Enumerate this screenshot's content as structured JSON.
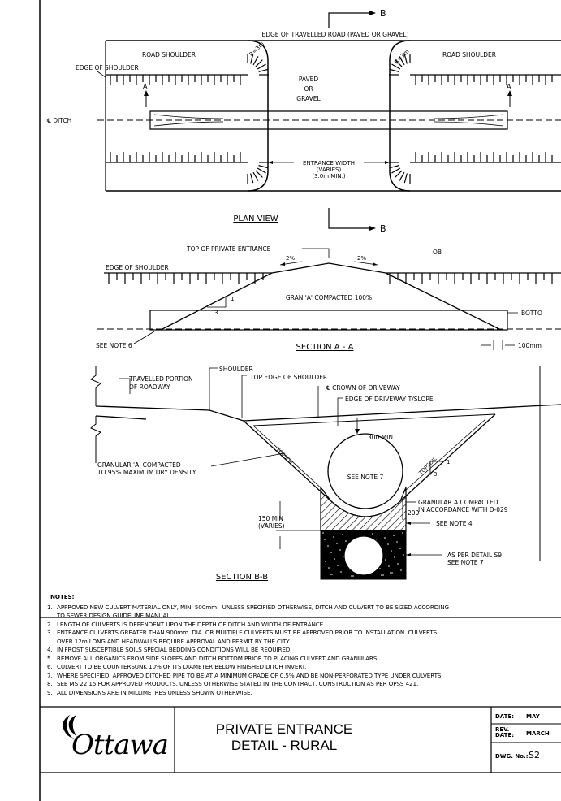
{
  "plan": {
    "label_b_top": "B",
    "label_b_bottom": "B",
    "edge_road": "EDGE OF TRAVELLED ROAD (PAVED OR GRAVEL)",
    "road_shoulder_left": "ROAD SHOULDER",
    "road_shoulder_right": "ROAD SHOULDER",
    "edge_shoulder": "EDGE OF SHOULDER",
    "radius_left": "R=3m",
    "radius_right": "R=3m",
    "paved_1": "PAVED",
    "paved_2": "OR",
    "paved_3": "GRAVEL",
    "ditch": "℄ DITCH",
    "a_left": "A",
    "a_right": "A",
    "entrance_width": "ENTRANCE WIDTH",
    "varies": "(VARIES)",
    "min": "(3.0m MIN.)",
    "title": "PLAN VIEW"
  },
  "section_aa": {
    "top_entrance": "TOP OF PRIVATE ENTRANCE",
    "slope_left": "2%",
    "slope_right": "2%",
    "ob": "OB",
    "edge_shoulder": "EDGE OF SHOULDER",
    "gran": "GRAN 'A' COMPACTED 100%",
    "ratio_1": "1",
    "ratio_3": "3",
    "bottom": "BOTTO",
    "see_note": "SEE NOTE 6",
    "title": "SECTION  A - A",
    "dim": "100mm"
  },
  "section_bb": {
    "travelled_1": "TRAVELLED PORTION",
    "travelled_2": "OF ROADWAY",
    "shoulder": "SHOULDER",
    "top_edge": "TOP EDGE OF SHOULDER",
    "crown": "℄ CROWN OF DRIVEWAY",
    "edge_driveway": "EDGE OF DRIVEWAY  T/SLOPE",
    "min300": "300 MIN",
    "granular_1": "GRANULAR 'A' COMPACTED",
    "granular_2": "TO 95% MAXIMUM DRY DENSITY",
    "topsoil_left": "TOPSOIL",
    "topsoil_right": "TOPSOIL",
    "see_note7": "SEE NOTE 7",
    "ratio_1": "1",
    "ratio_3": "3",
    "gran_a_1": "GRANULAR A COMPACTED",
    "gran_a_2": "IN ACCORDANCE WITH D-029",
    "dim200": "200",
    "see_note4": "SEE NOTE 4",
    "min150": "150 MIN",
    "varies": "(VARIES)",
    "as_per_1": "AS PER DETAIL S9",
    "as_per_2": "SEE NOTE 7",
    "title": "SECTION B-B"
  },
  "notes": {
    "heading": "NOTES:",
    "items": [
      {
        "num": "1.",
        "line1": "APPROVED NEW CULVERT MATERIAL ONLY, MIN. 500mm   UNLESS SPECIFIED OTHERWISE, DITCH AND CULVERT TO BE SIZED ACCORDING",
        "line2": "TO SEWER DESIGN GUIDELINE MANUAL."
      },
      {
        "num": "2.",
        "line1": "LENGTH OF CULVERTS IS DEPENDENT UPON THE DEPTH OF DITCH AND WIDTH OF ENTRANCE.",
        "line2": ""
      },
      {
        "num": "3.",
        "line1": "ENTRANCE CULVERTS GREATER THAN 900mm  DIA. OR MULTIPLE CULVERTS MUST BE APPROVED PRIOR TO INSTALLATION. CULVERTS",
        "line2": "OVER 12m LONG AND HEADWALLS REQUIRE APPROVAL AND PERMIT BY THE CITY."
      },
      {
        "num": "4.",
        "line1": "IN FROST SUSCEPTIBLE SOILS SPECIAL BEDDING CONDITIONS WILL BE REQUIRED.",
        "line2": ""
      },
      {
        "num": "5.",
        "line1": "REMOVE ALL ORGANICS FROM SIDE SLOPES AND DITCH BOTTOM PRIOR TO PLACING CULVERT AND GRANULARS.",
        "line2": ""
      },
      {
        "num": "6.",
        "line1": "CULVERT TO BE COUNTERSUNK 10% OF ITS DIAMETER BELOW FINISHED DITCH INVERT.",
        "line2": ""
      },
      {
        "num": "7.",
        "line1": "WHERE SPECIFIED, APPROVED DITCHED PIPE TO BE AT A MINIMUM GRADE OF 0.5% AND BE NON-PERFORATED TYPE UNDER CULVERTS.",
        "line2": ""
      },
      {
        "num": "8.",
        "line1": "SEE MS 22.15 FOR APPROVED PRODUCTS. UNLESS OTHERWISE STATED IN THE CONTRACT, CONSTRUCTION AS PER OPSS 421.",
        "line2": ""
      },
      {
        "num": "9.",
        "line1": "ALL DIMENSIONS ARE IN MILLIMETRES UNLESS SHOWN OTHERWISE.",
        "line2": ""
      }
    ]
  },
  "title_block": {
    "logo": "Ottawa",
    "title_1": "PRIVATE ENTRANCE",
    "title_2": "DETAIL - RURAL",
    "date_label": "DATE:",
    "date_value": "MAY",
    "rev_label_1": "REV.",
    "rev_label_2": "DATE:",
    "rev_value": "MARCH",
    "dwg_label": "DWG. No.:",
    "dwg_value": "S2"
  }
}
